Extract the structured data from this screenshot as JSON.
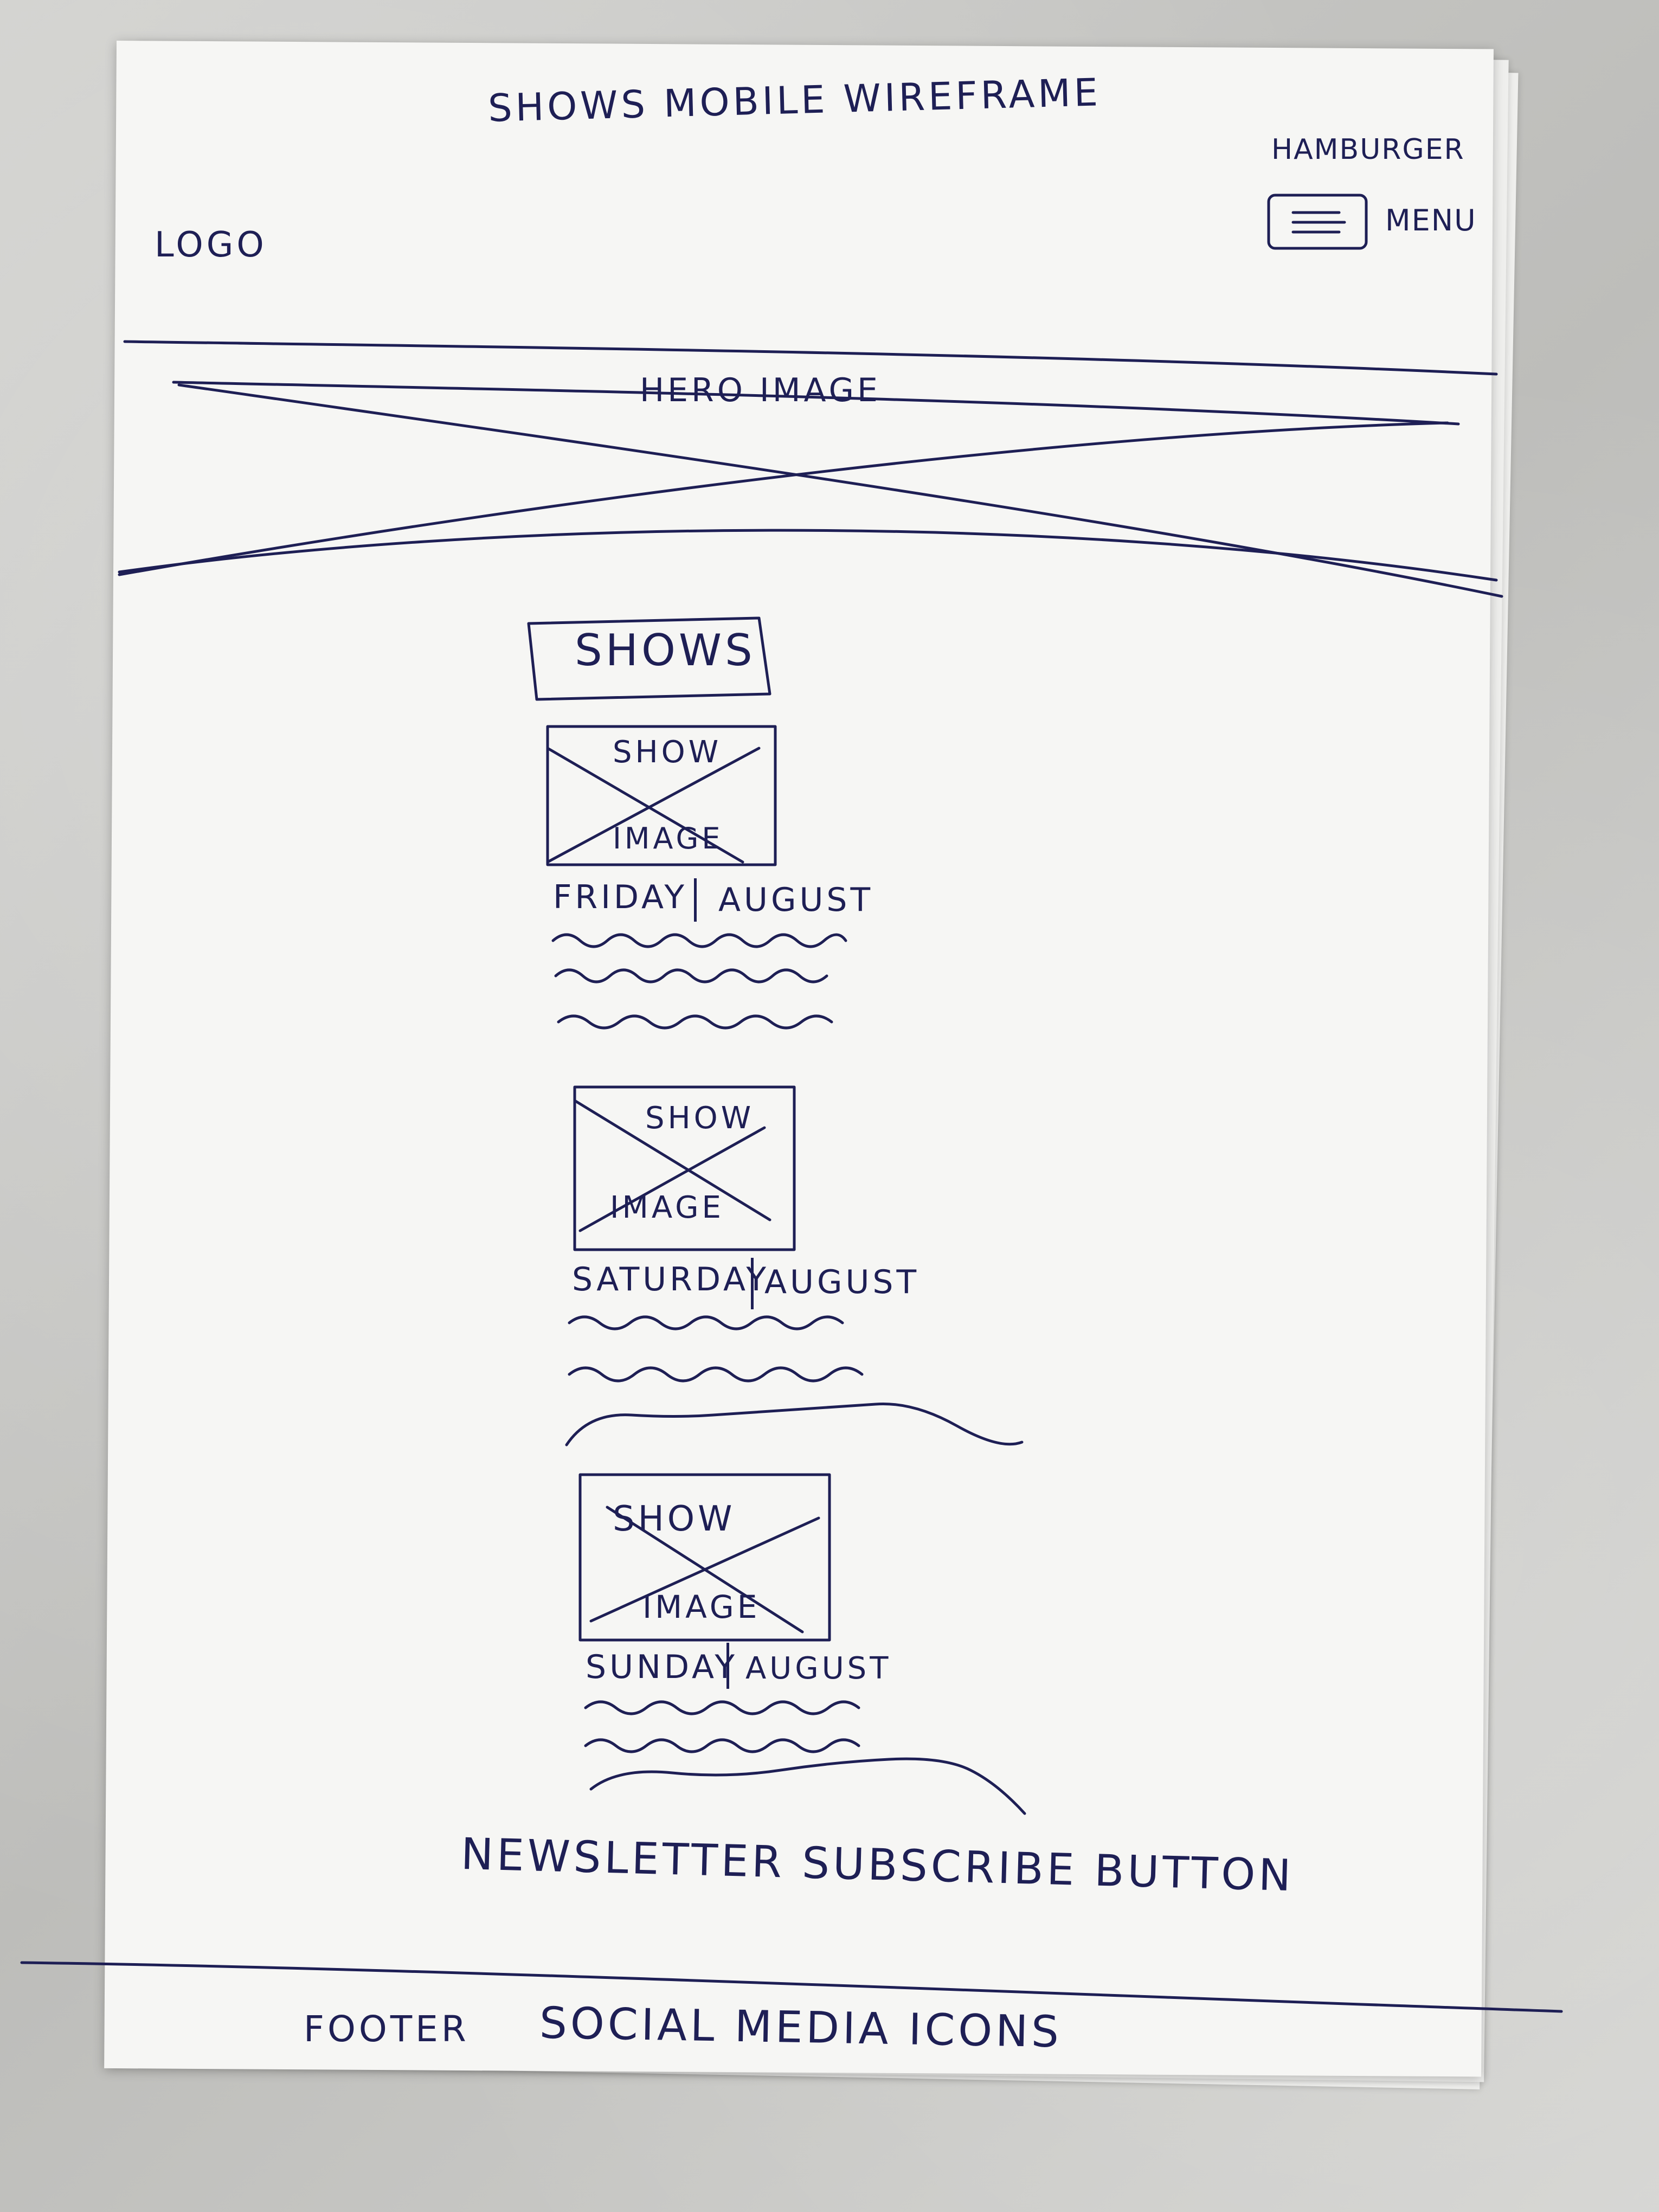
{
  "sketch": {
    "title": "SHOWS MOBILE WIREFRAME",
    "logo": "LOGO",
    "hamburger_label": "HAMBURGER",
    "menu_label": "MENU",
    "hero_label": "HERO IMAGE",
    "shows_heading": "SHOWS",
    "show_cards": [
      {
        "image_top": "SHOW",
        "image_bottom": "IMAGE",
        "day": "FRIDAY",
        "month": "AUGUST"
      },
      {
        "image_top": "SHOW",
        "image_bottom": "IMAGE",
        "day": "SATURDAY",
        "month": "AUGUST"
      },
      {
        "image_top": "SHOW",
        "image_bottom": "IMAGE",
        "day": "SUNDAY",
        "month": "AUGUST"
      }
    ],
    "newsletter_label": "NEWSLETTER SUBSCRIBE BUTTON",
    "footer_label": "FOOTER",
    "social_label": "SOCIAL MEDIA ICONS",
    "ink_color": "#1e1f55",
    "paper_color": "#f6f6f4"
  }
}
